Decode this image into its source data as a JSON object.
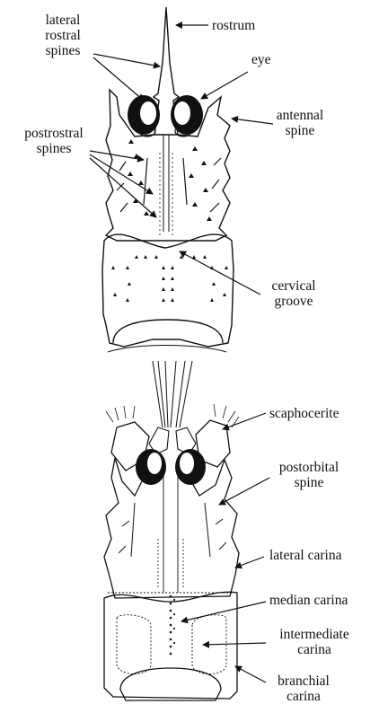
{
  "figure_top": {
    "labels": {
      "lateral_rostral_spines": [
        "lateral",
        "rostral",
        "spines"
      ],
      "rostrum": "rostrum",
      "eye": "eye",
      "postrostral_spines": [
        "postrostral",
        "spines"
      ],
      "antennal_spine": [
        "antennal",
        "spine"
      ],
      "cervical_groove": [
        "cervical",
        "groove"
      ]
    }
  },
  "figure_bottom": {
    "labels": {
      "scaphocerite": "scaphocerite",
      "postorbital_spine": [
        "postorbital",
        "spine"
      ],
      "lateral_carina": "lateral carina",
      "median_carina": "median carina",
      "intermediate_carina": [
        "intermediate",
        "carina"
      ],
      "branchial_carina": [
        "branchial",
        "carina"
      ]
    }
  }
}
